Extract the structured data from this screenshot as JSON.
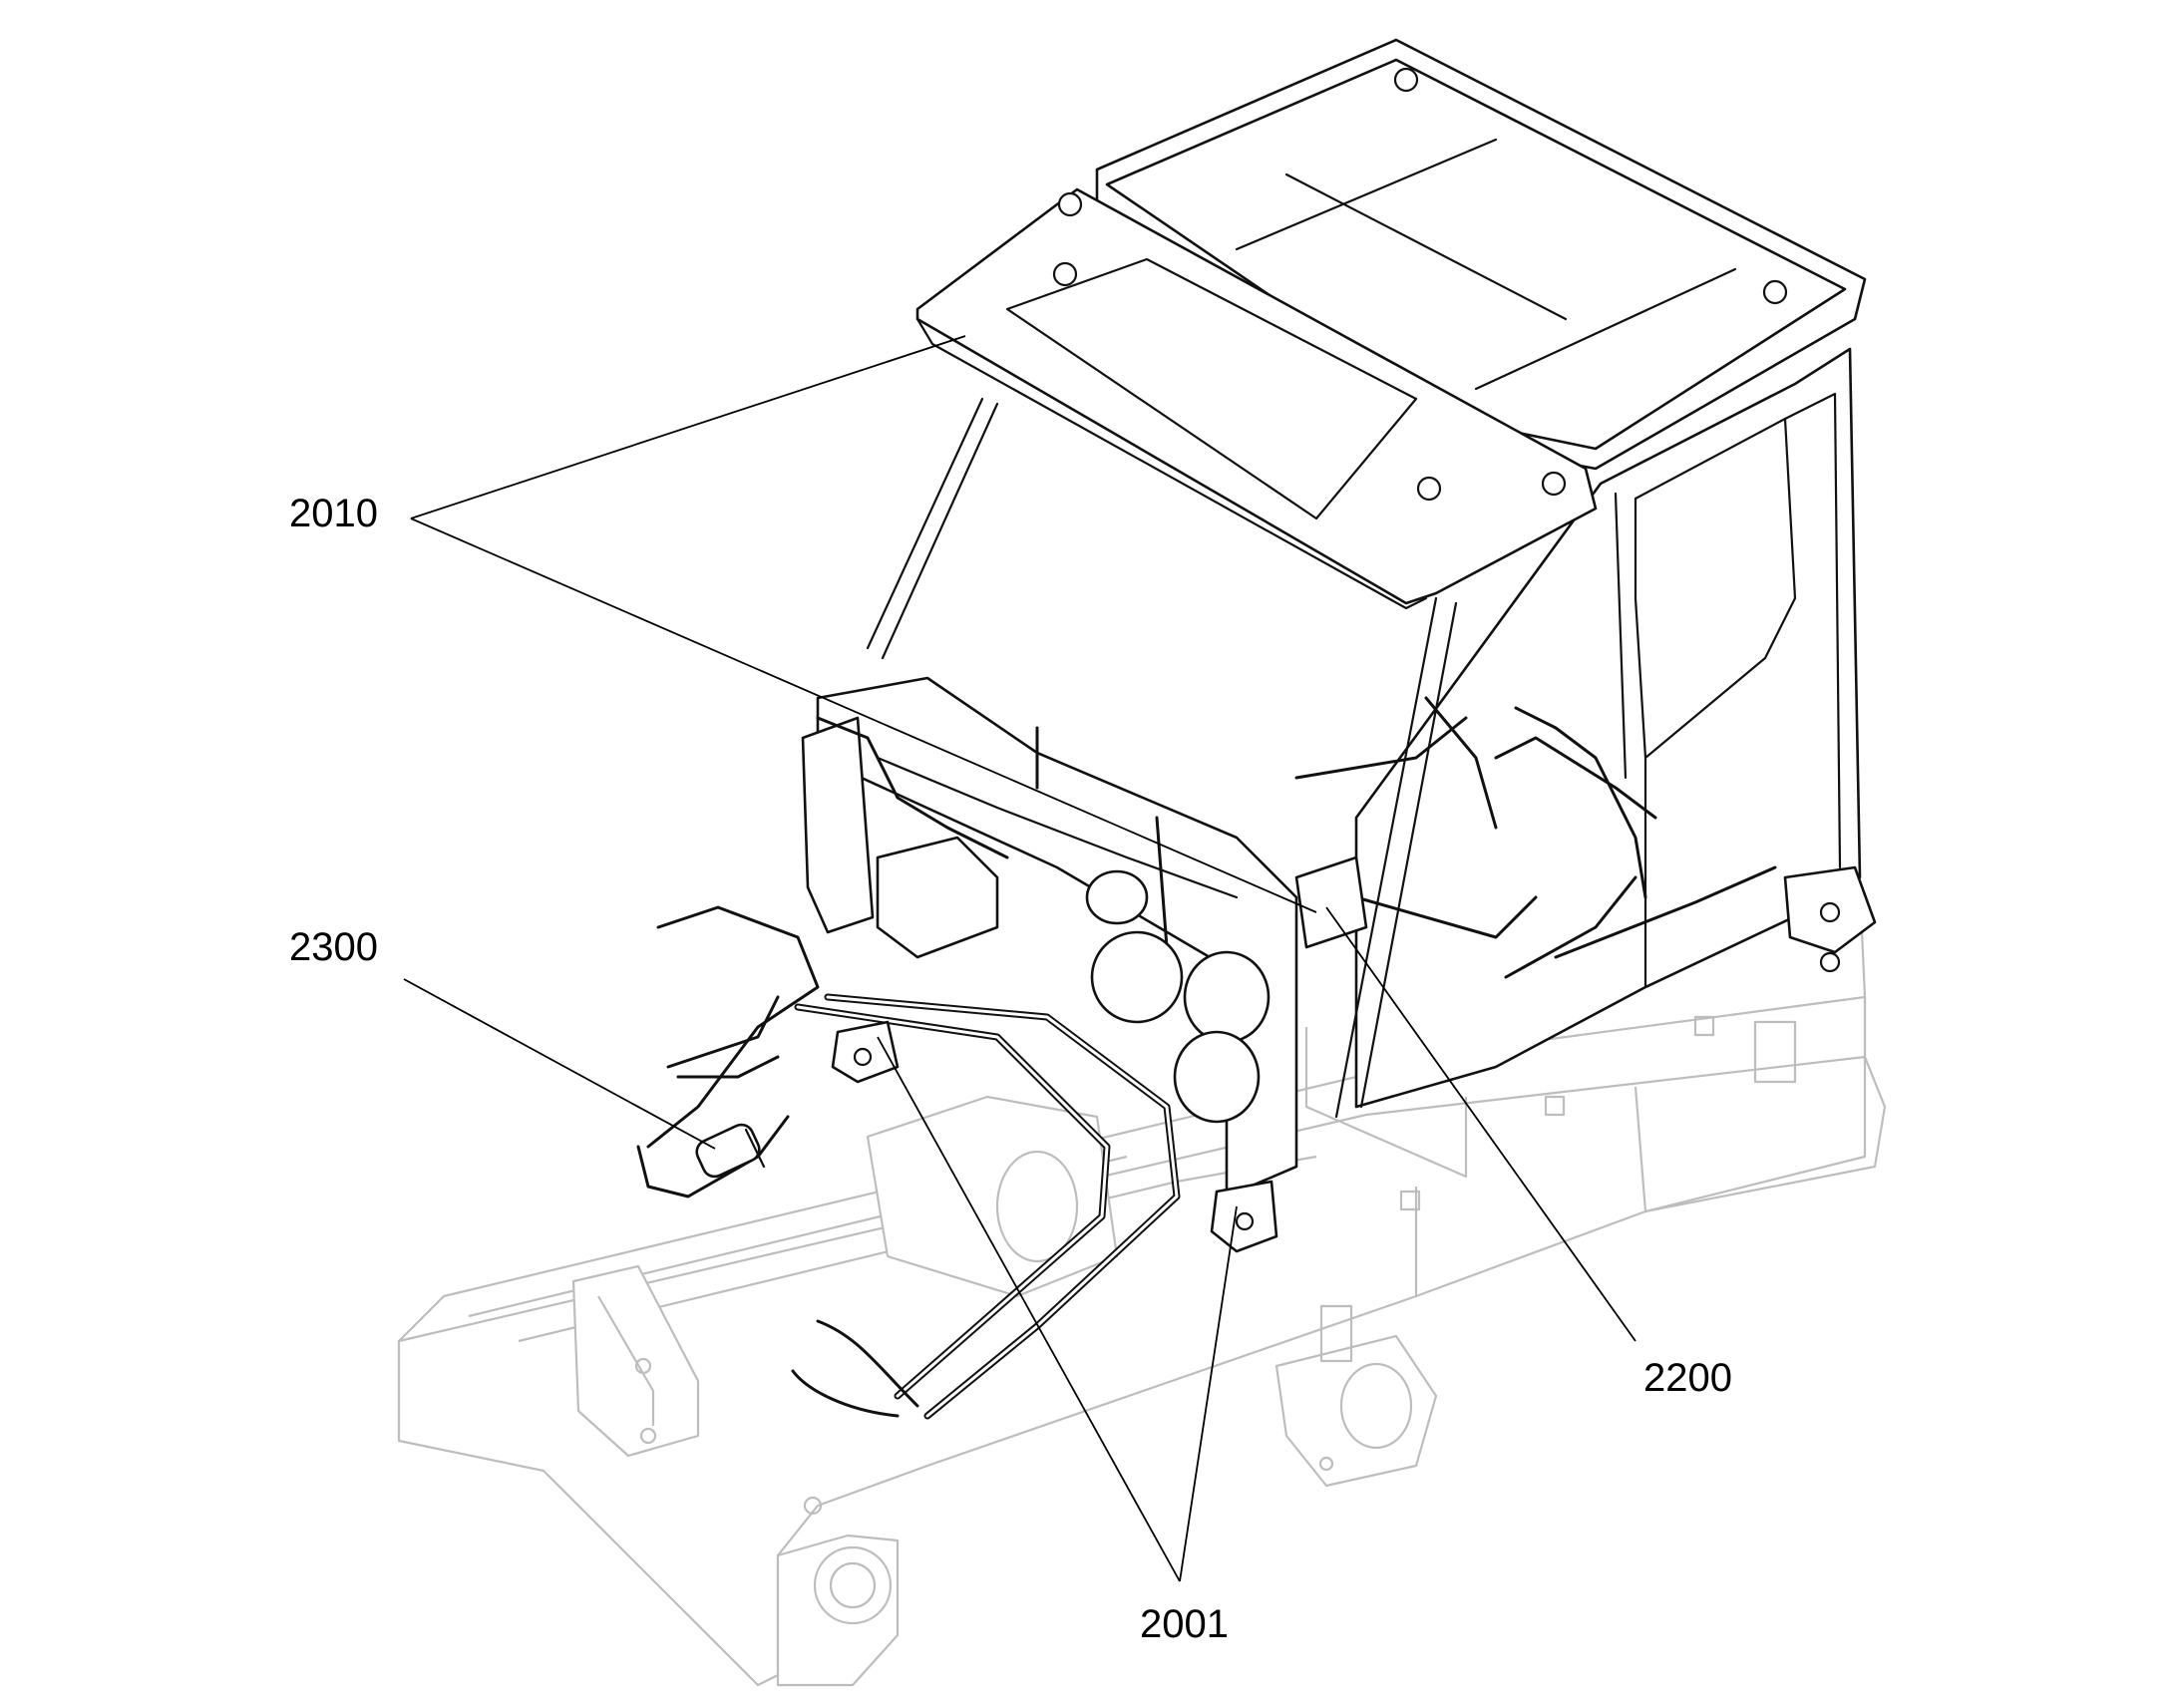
{
  "callouts": {
    "c2010": "2010",
    "c2300": "2300",
    "c2200": "2200",
    "c2001": "2001"
  }
}
